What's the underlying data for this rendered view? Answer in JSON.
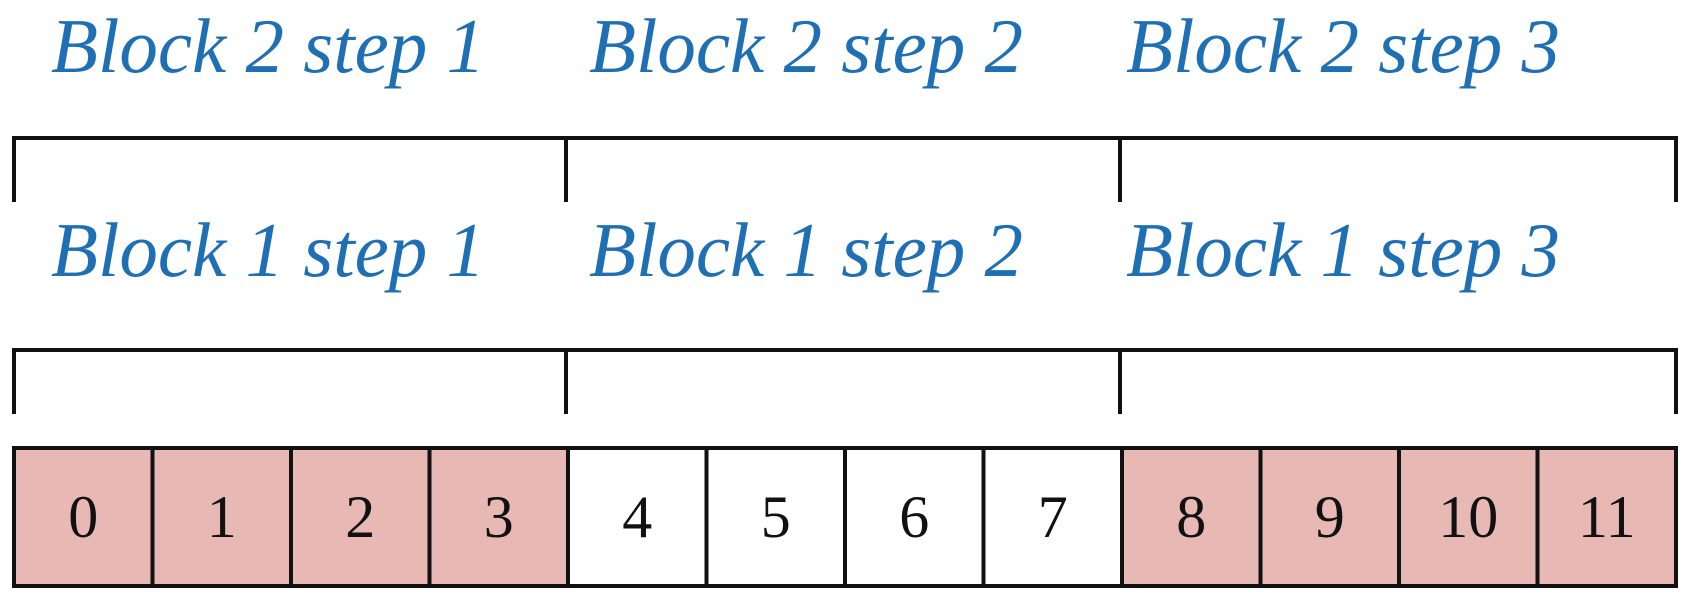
{
  "colors": {
    "label_text": "#1f6fb5",
    "highlight_fill": "#e8b8b4",
    "plain_fill": "#ffffff",
    "stroke": "#111111"
  },
  "rows": [
    {
      "row": "block-2",
      "steps": [
        "Block 2 step 1",
        "Block 2 step 2",
        "Block 2 step 3"
      ]
    },
    {
      "row": "block-1",
      "steps": [
        "Block 1 step 1",
        "Block 1 step 2",
        "Block 1 step 3"
      ]
    }
  ],
  "cells": [
    {
      "value": "0",
      "highlighted": true
    },
    {
      "value": "1",
      "highlighted": true
    },
    {
      "value": "2",
      "highlighted": true
    },
    {
      "value": "3",
      "highlighted": true
    },
    {
      "value": "4",
      "highlighted": false
    },
    {
      "value": "5",
      "highlighted": false
    },
    {
      "value": "6",
      "highlighted": false
    },
    {
      "value": "7",
      "highlighted": false
    },
    {
      "value": "8",
      "highlighted": true
    },
    {
      "value": "9",
      "highlighted": true
    },
    {
      "value": "10",
      "highlighted": true
    },
    {
      "value": "11",
      "highlighted": true
    }
  ]
}
